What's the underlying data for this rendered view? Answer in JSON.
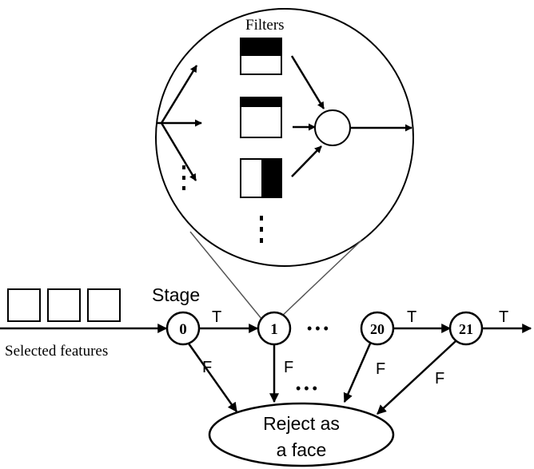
{
  "colors": {
    "ink": "#000000",
    "background": "#ffffff",
    "zoom_line": "#555555"
  },
  "zoom": {
    "title": "Filters",
    "filters": [
      {
        "icon": "haar-filter-top-dark-icon"
      },
      {
        "icon": "haar-filter-thin-top-dark-icon"
      },
      {
        "icon": "haar-filter-right-dark-icon"
      }
    ]
  },
  "input": {
    "label": "Selected features",
    "feature_boxes": 3
  },
  "cascade": {
    "stage_label": "Stage",
    "stages": [
      {
        "id": "0"
      },
      {
        "id": "1"
      },
      {
        "id": "20"
      },
      {
        "id": "21"
      }
    ],
    "true_label": "T",
    "false_label": "F",
    "ellipsis": "•••"
  },
  "reject": {
    "line1": "Reject as",
    "line2": "a face"
  }
}
